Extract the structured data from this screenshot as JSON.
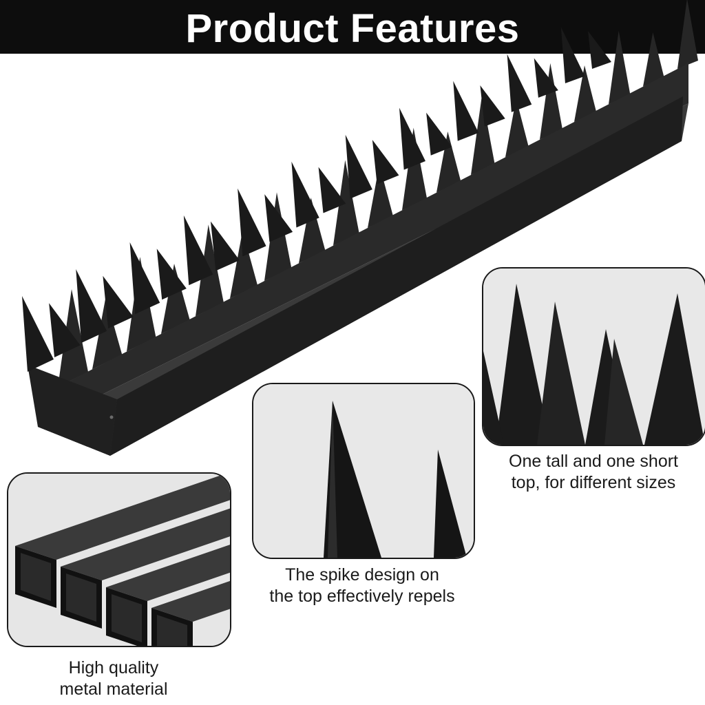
{
  "banner": {
    "title": "Product Features"
  },
  "hero": {
    "product": "bird-spike-strip"
  },
  "features": [
    {
      "image": "square-metal-tubes",
      "lines": [
        "High quality",
        "metal material"
      ]
    },
    {
      "image": "spike-closeup",
      "lines": [
        "The spike design on",
        "the top effectively repels"
      ]
    },
    {
      "image": "tall-and-short-spikes",
      "lines": [
        "One tall and one short",
        "top, for different sizes"
      ]
    }
  ],
  "colors": {
    "banner": "#0d0d0d",
    "product": "#1c1c1c",
    "panel": "#eaeaea",
    "text": "#1a1a1a"
  }
}
